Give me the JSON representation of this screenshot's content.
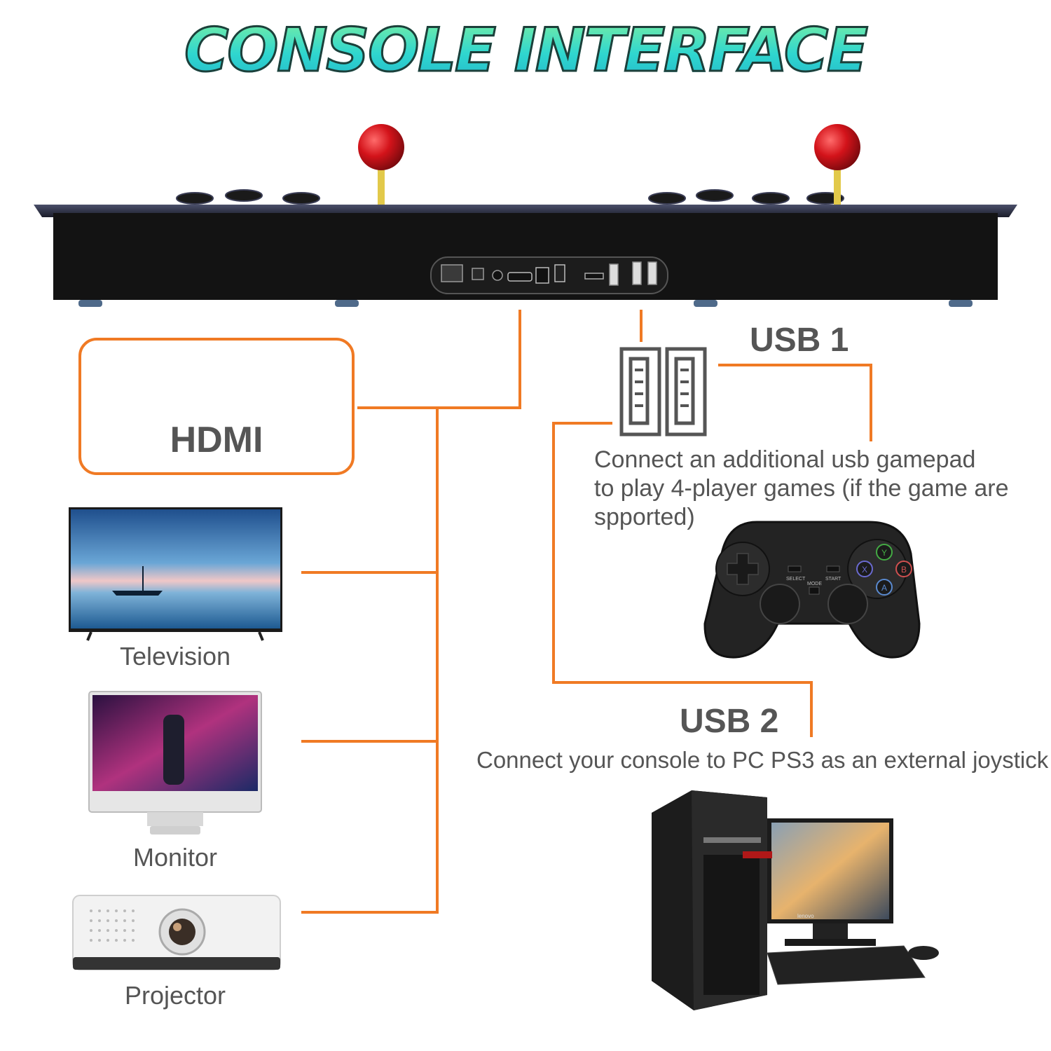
{
  "title": "CONSOLE INTERFACE",
  "hdmi": {
    "label": "HDMI"
  },
  "devices": {
    "television": "Television",
    "monitor": "Monitor",
    "projector": "Projector"
  },
  "usb1": {
    "label": "USB 1",
    "description_lines": [
      "Connect an additional usb gamepad",
      "to play 4-player games (if the game are",
      "spported)"
    ]
  },
  "usb2": {
    "label": "USB 2",
    "description": "Connect your console to PC PS3 as an external joystick"
  },
  "gamepad_labels": {
    "select": "SELECT",
    "mode": "MODE",
    "start": "START",
    "x": "X",
    "y": "Y",
    "a": "A",
    "b": "B"
  },
  "pc": {
    "monitor_brand": "lenovo"
  },
  "colors": {
    "connector": "#f07a24",
    "title_fill": "#2fd6cf",
    "title_outline": "#1d3f3a",
    "text": "#555555",
    "console_body": "#111111",
    "joystick_ball": "#d3131a"
  },
  "icons": [
    "hdmi-port-icon",
    "usb-port-icon"
  ]
}
